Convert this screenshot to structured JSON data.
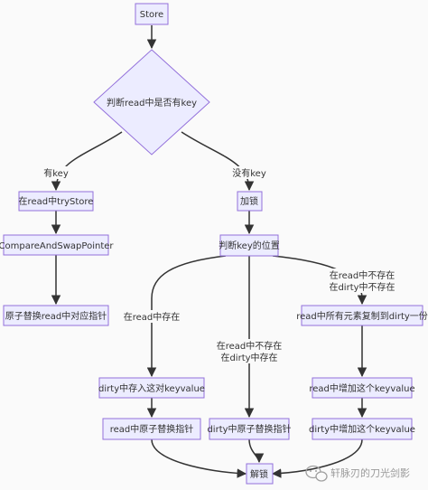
{
  "nodes": {
    "store": "Store",
    "decision": "判断read中是否有key",
    "read_try_store": "在read中tryStore",
    "cas_pointer": "CompareAndSwapPointer",
    "atomic_replace_read": "原子替换read中对应指针",
    "lock": "加锁",
    "check_key_position": "判断key的位置",
    "copy_to_dirty": "read中所有元素复制到dirty一份",
    "dirty_store": "dirty中存入这对keyvalue",
    "read_add": "read中增加这个keyvalue",
    "read_atomic_replace": "read中原子替换指针",
    "dirty_atomic_replace": "dirty中原子替换指针",
    "dirty_add": "dirty中增加这个keyvalue",
    "unlock": "解锁"
  },
  "edge_labels": {
    "has_key": "有key",
    "no_key": "没有key",
    "in_read": "在read中存在",
    "not_read_in_dirty_1": "在read中不存在",
    "not_read_in_dirty_2": "在dirty中存在",
    "not_read_not_dirty_1": "在read中不存在",
    "not_read_not_dirty_2": "在dirty中不存在"
  },
  "watermark": "轩脉刃的刀光剑影",
  "colors": {
    "node_fill": "#ececff",
    "node_stroke": "#9370db",
    "edge": "#333333",
    "background": "#fafafa"
  }
}
